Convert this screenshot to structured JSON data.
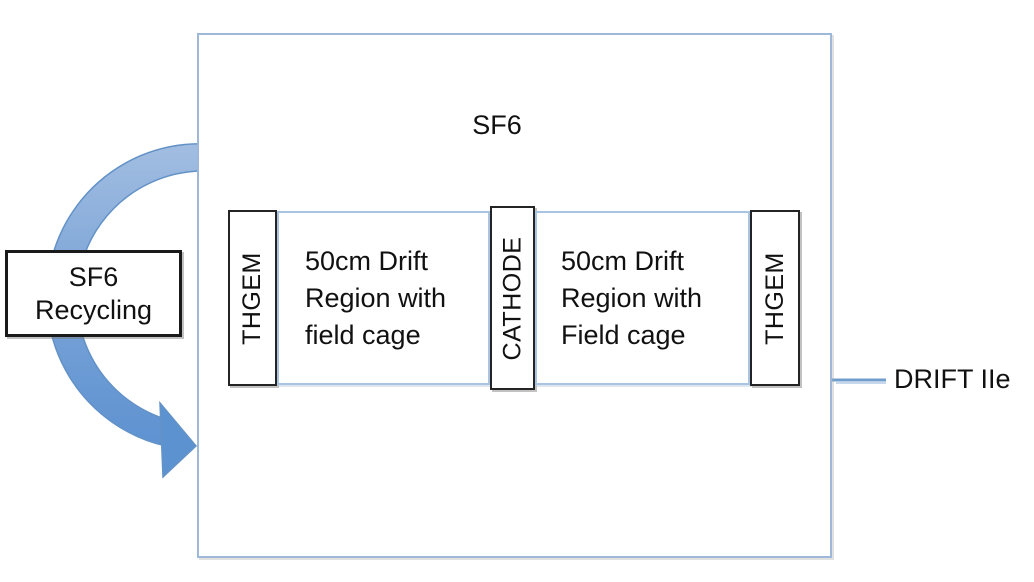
{
  "diagram": {
    "vessel": {
      "gas_label": "SF6"
    },
    "components": {
      "thgem_left": "THGEM",
      "drift_left": [
        "50cm Drift",
        "Region with",
        "field cage"
      ],
      "cathode": "CATHODE",
      "drift_right": [
        "50cm Drift",
        "Region with",
        "Field cage"
      ],
      "thgem_right": "THGEM"
    },
    "recycling": {
      "line1": "SF6",
      "line2": "Recycling"
    },
    "detector_label": "DRIFT IIe",
    "colors": {
      "vessel_border": "#9db8d8",
      "drift_region_border": "#a9c4e0",
      "component_border": "#242424",
      "arrow_light": "#a2bde1",
      "arrow_dark": "#5a8fd0",
      "arrow_outline": "#6392c7",
      "connector_line": "#6f9dce",
      "text": "#111111"
    }
  }
}
